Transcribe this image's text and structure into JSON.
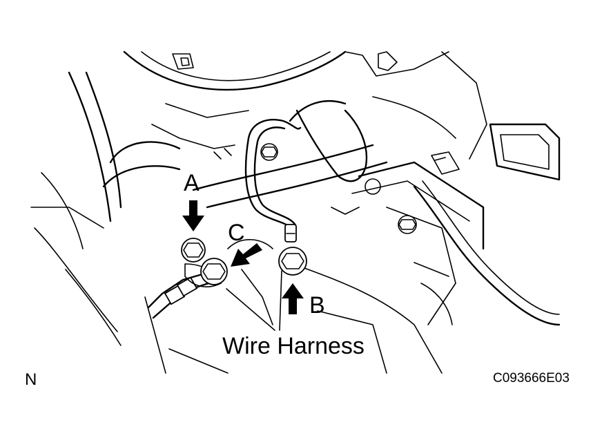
{
  "labels": {
    "a": "A",
    "b": "B",
    "c": "C",
    "wire_harness": "Wire Harness",
    "north": "N",
    "figure_code": "C093666E03"
  }
}
